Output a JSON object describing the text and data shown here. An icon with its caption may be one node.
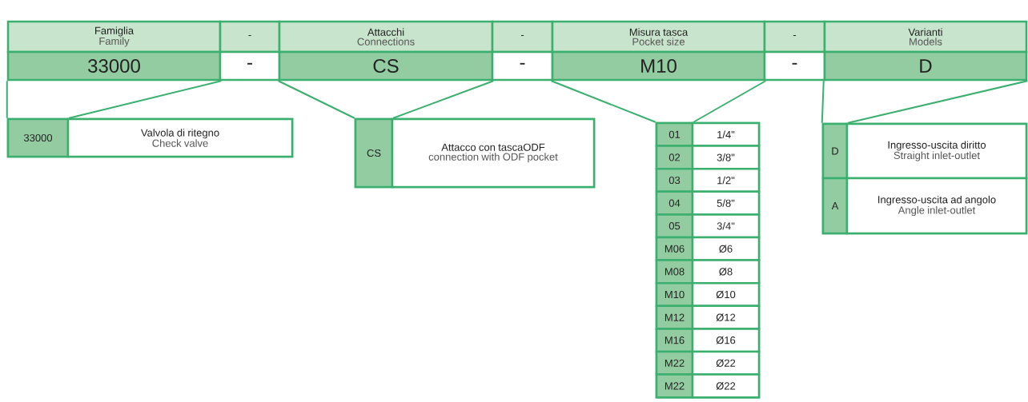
{
  "diagram": {
    "nodes": [
      {
        "text": [
          "Famiglia",
          "Family"
        ]
      },
      {
        "text": [
          "-"
        ]
      },
      {
        "text": [
          "Attacchi",
          "Connections"
        ]
      },
      {
        "text": [
          "-"
        ]
      },
      {
        "text": [
          "Misura tasca",
          "Pocket size"
        ]
      },
      {
        "text": [
          "-"
        ]
      },
      {
        "text": [
          "Varianti",
          "Models"
        ]
      },
      {
        "text": [
          "33000"
        ]
      },
      {
        "text": [
          "-"
        ]
      },
      {
        "text": [
          "CS"
        ]
      },
      {
        "text": [
          "-"
        ]
      },
      {
        "text": [
          "M10"
        ]
      },
      {
        "text": [
          "-"
        ]
      },
      {
        "text": [
          "D"
        ]
      },
      {
        "text": [],
        "shape": "box"
      },
      {
        "text": [
          "33000"
        ],
        "in": 14
      },
      {
        "text": [
          "Valvola di ritegno",
          "Check valve"
        ],
        "in": 14
      },
      {
        "text": [],
        "shape": "box"
      },
      {
        "text": [
          "CS"
        ],
        "in": 17
      },
      {
        "text": [
          "Attacco con tascaODF",
          "connection with ODF pocket"
        ],
        "in": 17
      },
      {
        "text": [],
        "shape": "box"
      },
      {
        "text": [
          "01"
        ],
        "in": 20
      },
      {
        "text": [
          "1/4\""
        ],
        "in": 20
      },
      {
        "text": [
          "02"
        ],
        "in": 20
      },
      {
        "text": [
          "3/8\""
        ],
        "in": 20
      },
      {
        "text": [
          "03"
        ],
        "in": 20
      },
      {
        "text": [
          "1/2\""
        ],
        "in": 20
      },
      {
        "text": [
          "04"
        ],
        "in": 20
      },
      {
        "text": [
          "5/8\""
        ],
        "in": 20
      },
      {
        "text": [
          "05"
        ],
        "in": 20
      },
      {
        "text": [
          "3/4\""
        ],
        "in": 20
      },
      {
        "text": [
          "M06"
        ],
        "in": 20
      },
      {
        "text": [
          "Ø6"
        ],
        "in": 20
      },
      {
        "text": [
          "M08"
        ],
        "in": 20
      },
      {
        "text": [
          "Ø8"
        ],
        "in": 20
      },
      {
        "text": [
          "M10"
        ],
        "in": 20
      },
      {
        "text": [
          "Ø10"
        ],
        "in": 20
      },
      {
        "text": [
          "M12"
        ],
        "in": 20
      },
      {
        "text": [
          "Ø12"
        ],
        "in": 20
      },
      {
        "text": [
          "M16"
        ],
        "in": 20
      },
      {
        "text": [
          "Ø16"
        ],
        "in": 20
      },
      {
        "text": [
          "M22"
        ],
        "in": 20
      },
      {
        "text": [
          "Ø22"
        ],
        "in": 20
      },
      {
        "text": [
          "M22"
        ],
        "in": 20
      },
      {
        "text": [
          "Ø22"
        ],
        "in": 20
      },
      {
        "text": [],
        "shape": "box"
      },
      {
        "text": [
          "D"
        ],
        "in": 45
      },
      {
        "text": [
          "Ingresso-uscita diritto",
          "Straight inlet-outlet"
        ],
        "in": 45
      },
      {
        "text": [
          "A"
        ],
        "in": 45
      },
      {
        "text": [
          "Ingresso-uscita ad angolo",
          "Angle inlet-outlet"
        ],
        "in": 45
      }
    ],
    "edges": [
      {
        "from": 7,
        "to": 14,
        "arrow": "none"
      },
      {
        "from": 7,
        "to": 14,
        "arrow": "none"
      },
      {
        "from": 9,
        "to": 17,
        "arrow": "none"
      },
      {
        "from": 9,
        "to": 17,
        "arrow": "none"
      },
      {
        "from": 11,
        "to": 20,
        "arrow": "none"
      },
      {
        "from": 11,
        "to": 20,
        "arrow": "none"
      },
      {
        "from": 13,
        "to": 45,
        "arrow": "none"
      },
      {
        "from": 13,
        "to": 45,
        "arrow": "none"
      }
    ]
  }
}
